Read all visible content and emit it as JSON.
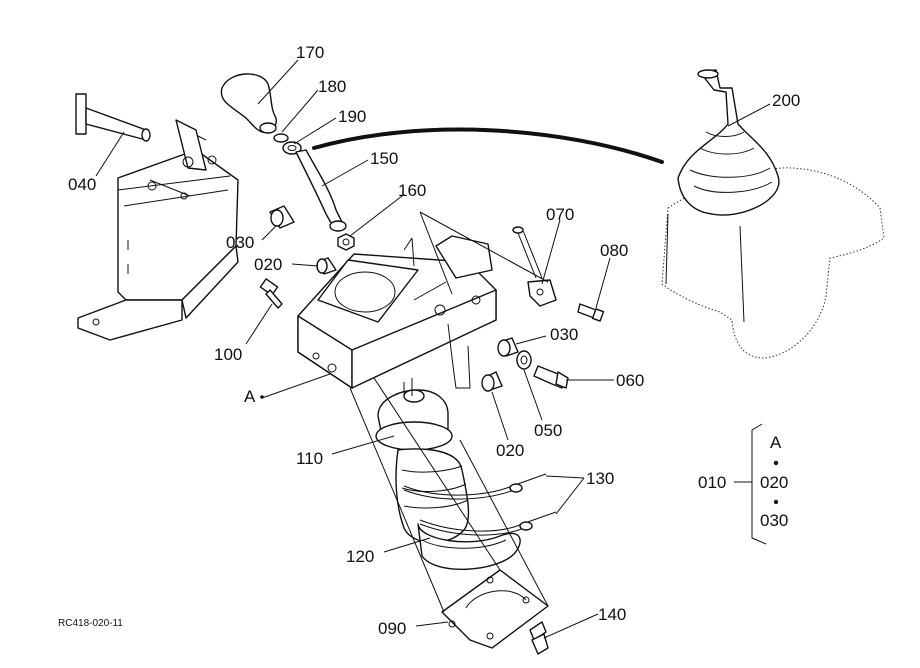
{
  "diagram": {
    "callouts": {
      "p170": "170",
      "p180": "180",
      "p190": "190",
      "p150": "150",
      "p160": "160",
      "p070": "070",
      "p080": "080",
      "p200": "200",
      "p040": "040",
      "p030_left": "030",
      "p020_left": "020",
      "p100": "100",
      "p030_right": "030",
      "p060": "060",
      "p050": "050",
      "p020_right": "020",
      "p110": "110",
      "p130": "130",
      "p120": "120",
      "p090": "090",
      "p140": "140",
      "ref_a": "A"
    },
    "kit_legend": {
      "kit_number": "010",
      "items": [
        "A",
        "020",
        "030"
      ]
    },
    "figure_code": "RC418-020-11"
  }
}
